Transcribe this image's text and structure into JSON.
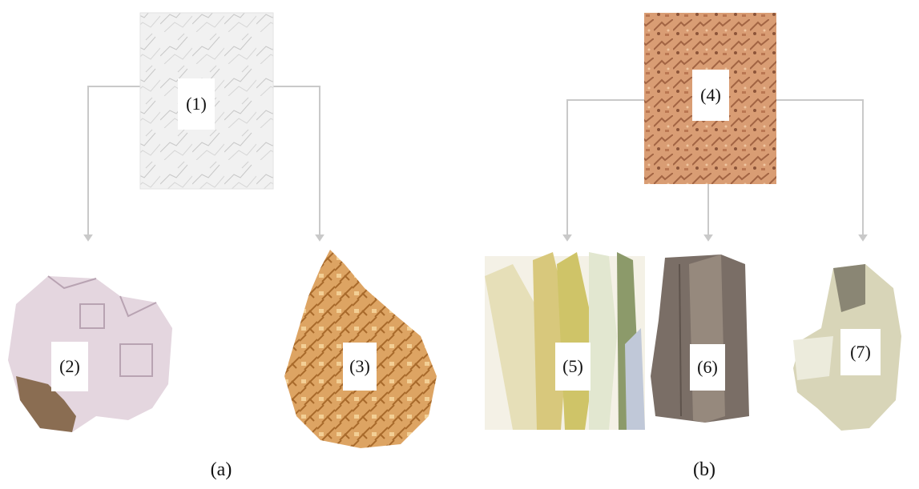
{
  "diagram": {
    "panel_a": {
      "caption": "(a)",
      "parent": {
        "label": "(1)",
        "image": "white-marble-rock"
      },
      "children": [
        {
          "label": "(2)",
          "image": "pink-cubic-crystal-mineral"
        },
        {
          "label": "(3)",
          "image": "orange-bladed-crystal-mineral"
        }
      ]
    },
    "panel_b": {
      "caption": "(b)",
      "parent": {
        "label": "(4)",
        "image": "pink-granite-rock"
      },
      "children": [
        {
          "label": "(5)",
          "image": "yellow-quartz-crystal-cluster"
        },
        {
          "label": "(6)",
          "image": "smoky-brown-feldspar-crystal"
        },
        {
          "label": "(7)",
          "image": "pale-mica-crystal"
        }
      ]
    },
    "colors": {
      "connector": "#c9c9c9",
      "marble": "#f1f1f1",
      "granite": "#d99d74",
      "dolomite": "#e4d6df",
      "orange_mineral": "#dda463",
      "quartz": "#d9d19a",
      "smoky": "#7a6e66",
      "mica": "#d8d5b8"
    }
  }
}
